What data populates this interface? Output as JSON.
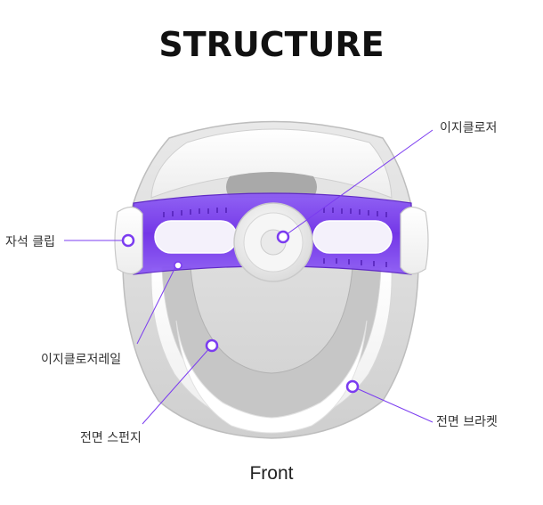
{
  "title": "STRUCTURE",
  "caption": "Front",
  "accent_color": "#7b3cf0",
  "callouts": [
    {
      "id": "easy-closure",
      "label": "이지클로저"
    },
    {
      "id": "magnetic-clip",
      "label": "자석 클립"
    },
    {
      "id": "easy-closure-rail",
      "label": "이지클로저레일"
    },
    {
      "id": "front-sponge",
      "label": "전면 스펀지"
    },
    {
      "id": "front-bracket",
      "label": "전면 브라켓"
    }
  ]
}
